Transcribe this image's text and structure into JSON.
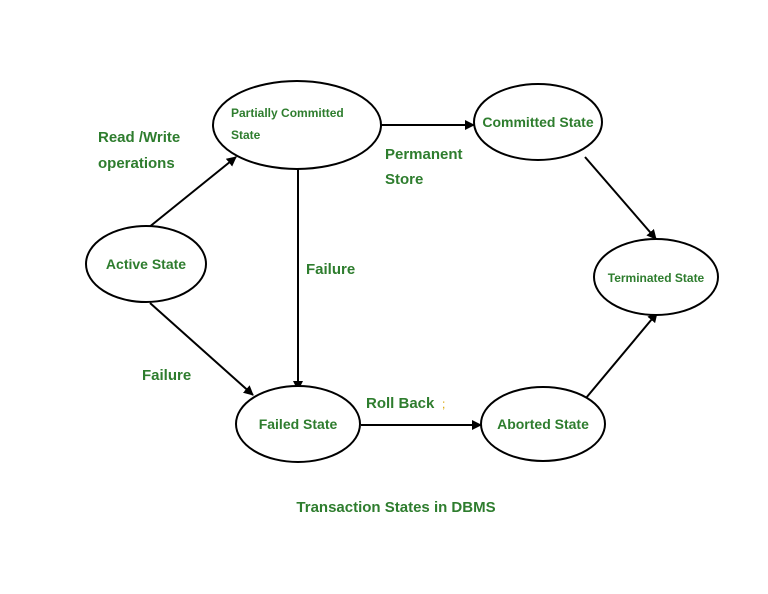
{
  "colors": {
    "label": "#2e7d2e",
    "stroke": "#000000",
    "background": "#ffffff"
  },
  "nodes": {
    "active": "Active State",
    "partially_committed": [
      "Partially Committed",
      "State"
    ],
    "committed": "Committed State",
    "failed": "Failed State",
    "aborted": "Aborted State",
    "terminated": "Terminated State"
  },
  "edges": {
    "read_write": [
      "Read /Write",
      "operations"
    ],
    "permanent_store": [
      "Permanent",
      "Store"
    ],
    "failure_partial": "Failure",
    "failure_active": "Failure",
    "roll_back": "Roll Back"
  },
  "caption": "Transaction States in DBMS"
}
